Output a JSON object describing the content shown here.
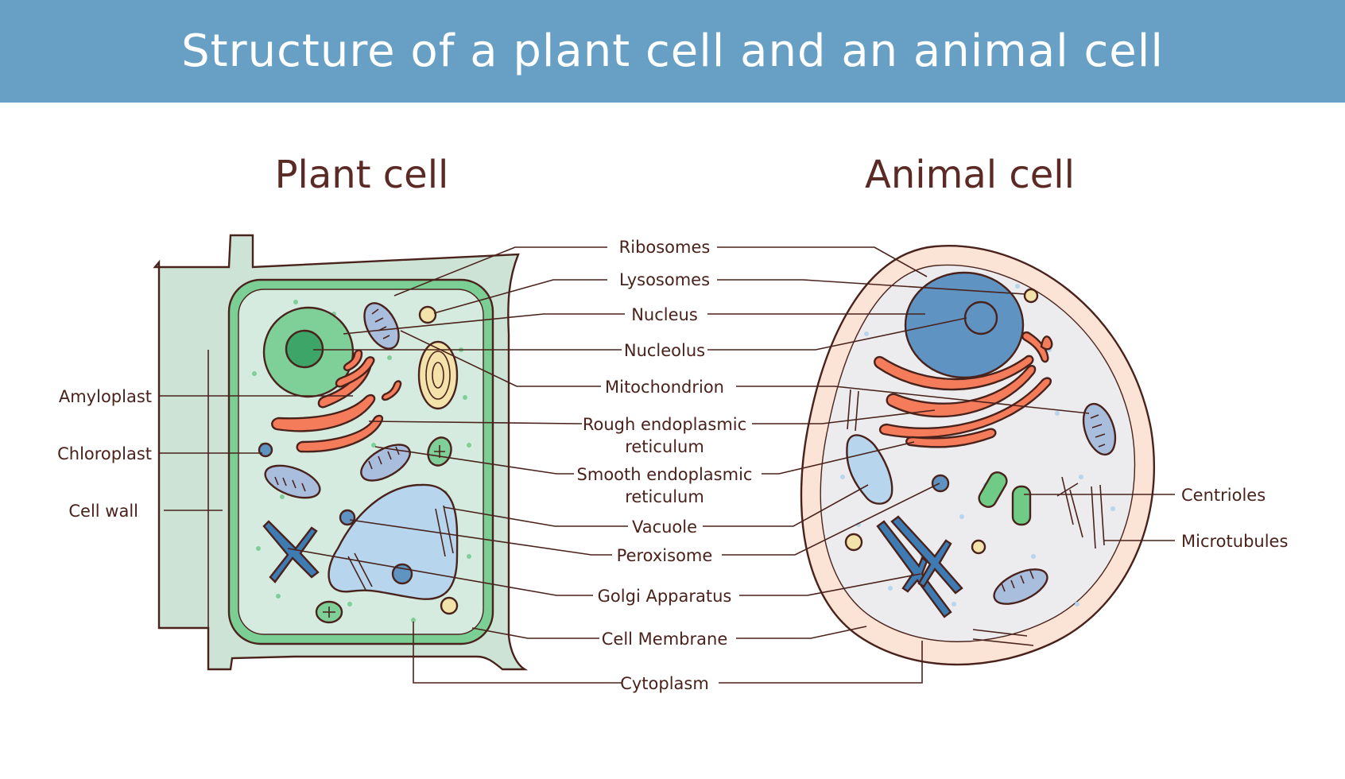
{
  "banner": {
    "title": "Structure of a plant cell and an animal cell",
    "background": "#67a0c4"
  },
  "plant": {
    "title": "Plant cell"
  },
  "animal": {
    "title": "Animal cell"
  },
  "center_labels": [
    "Ribosomes",
    "Lysosomes",
    "Nucleus",
    "Nucleolus",
    "Mitochondrion",
    "Rough endoplasmic",
    "reticulum",
    "Smooth endoplasmic",
    "reticulum",
    "Vacuole",
    "Peroxisome",
    "Golgi Apparatus",
    "Cell Membrane",
    "Cytoplasm"
  ],
  "plant_labels": [
    "Amyloplast",
    "Chloroplast",
    "Cell wall"
  ],
  "animal_labels": [
    "Centrioles",
    "Microtubules"
  ],
  "colors": {
    "text": "#4a221c",
    "cell_wall": "#cde3d6",
    "plant_membrane": "#7ccf94",
    "plant_cytoplasm": "#d6ebdf",
    "nucleus_plant": "#7fcf99",
    "nucleolus_plant": "#3ea568",
    "er": "#f47c5a",
    "vacuole": "#b7d6ee",
    "golgi": "#3f7bb3",
    "animal_membrane": "#fbe3d6",
    "animal_cytoplasm": "#ececee",
    "nucleus_animal": "#5e93c2",
    "mitochondrion": "#a9bddd",
    "chloroplast": "#f3e2a9",
    "centriole": "#6fcb86"
  }
}
